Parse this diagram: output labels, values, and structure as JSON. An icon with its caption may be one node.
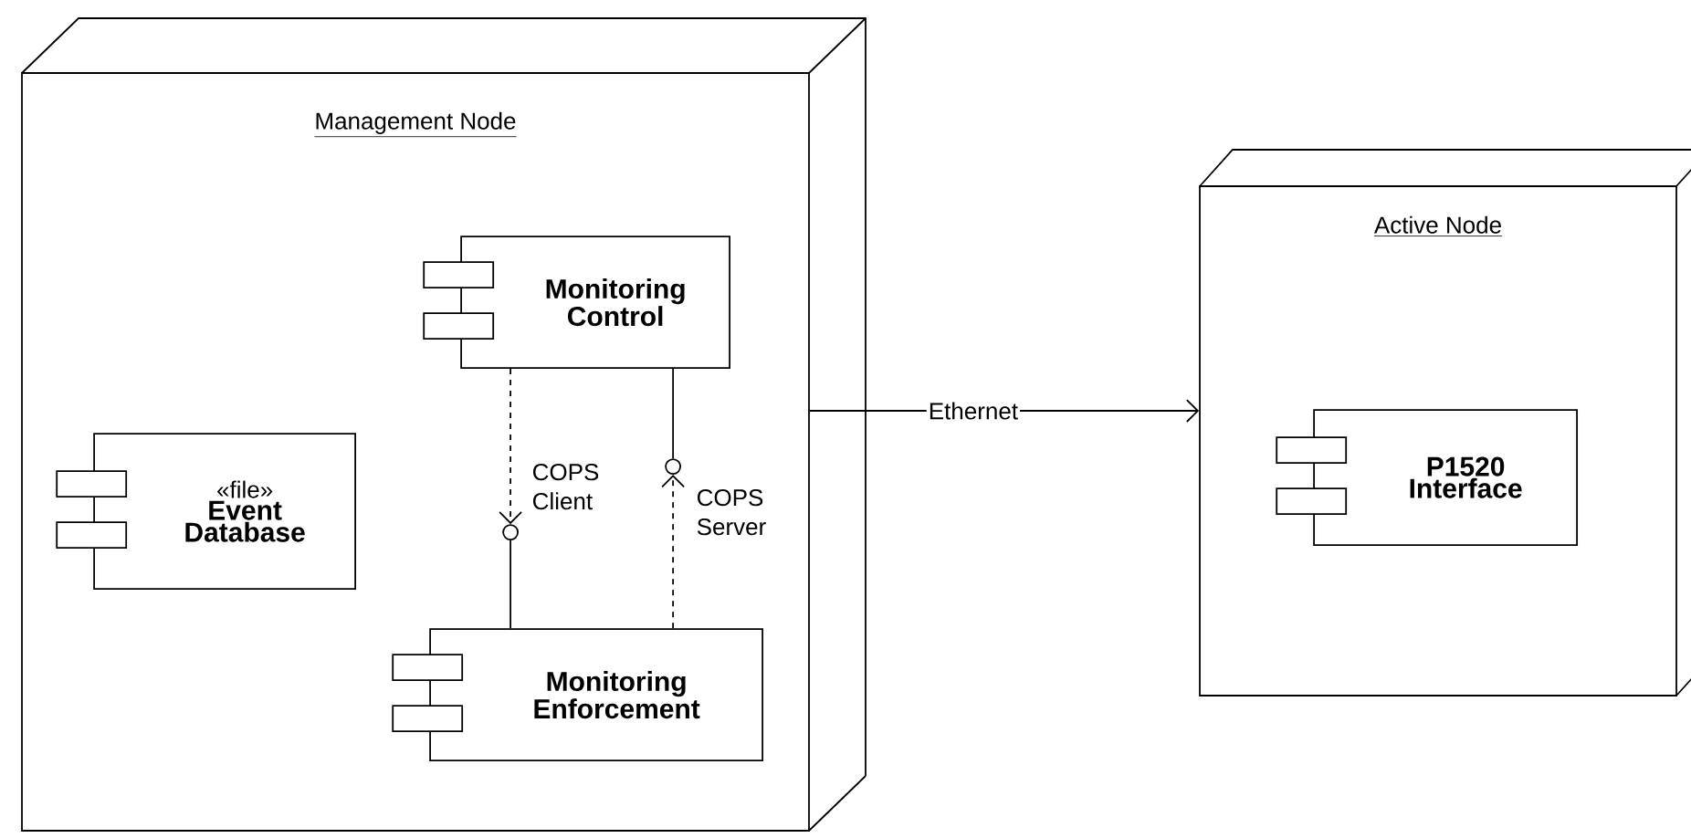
{
  "diagram": {
    "nodes": [
      {
        "text": [
          "Management Node"
        ]
      },
      {
        "text": [
          "«file»",
          "Event Database"
        ],
        "in": 0
      },
      {
        "text": [
          "Monitoring Control"
        ],
        "in": 0
      },
      {
        "text": [
          "Monitoring Enforcement"
        ],
        "in": 0
      },
      {
        "text": [],
        "shape": "circle",
        "beside": [
          "COPS Client"
        ],
        "in": 0
      },
      {
        "text": [],
        "shape": "circle",
        "beside": [
          "COPS Server"
        ],
        "in": 0
      },
      {
        "text": [
          "Active Node"
        ]
      },
      {
        "text": [
          "P1520 Interface"
        ],
        "in": 6
      }
    ],
    "edges": [
      {
        "from": 2,
        "to": 4,
        "arrow": "to",
        "style": "dashed"
      },
      {
        "from": 3,
        "to": 4,
        "arrow": "none"
      },
      {
        "from": 2,
        "to": 5,
        "arrow": "none"
      },
      {
        "from": 3,
        "to": 5,
        "arrow": "to",
        "style": "dashed"
      },
      {
        "from": 0,
        "to": 6,
        "arrow": "to",
        "label": "Ethernet"
      }
    ]
  }
}
